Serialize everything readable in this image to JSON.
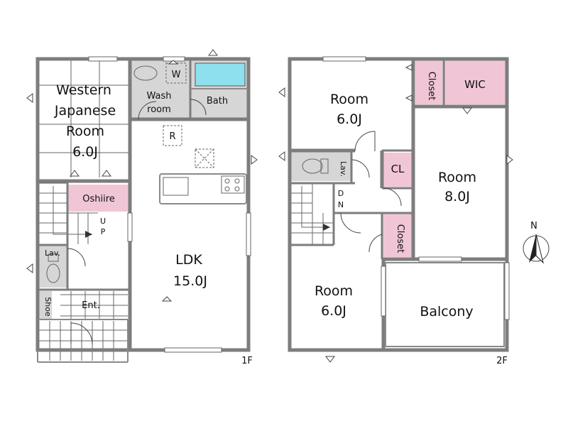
{
  "floor1": {
    "label": "1F",
    "rooms": {
      "western_japanese": [
        "Western",
        "Japanese",
        "Room",
        "6.0J"
      ],
      "wash_room": [
        "Wash",
        "room"
      ],
      "bath": "Bath",
      "washer_mark": "W",
      "fridge_mark": "R",
      "oshiire": "Oshiire",
      "stairs_up": [
        "U",
        "P"
      ],
      "lavatory": "Lav.",
      "shoe": "Shoe",
      "entrance": "Ent.",
      "ldk": [
        "LDK",
        "15.0J"
      ]
    }
  },
  "floor2": {
    "label": "2F",
    "rooms": {
      "room_top": [
        "Room",
        "6.0J"
      ],
      "closet_top": "Closet",
      "wic": "WIC",
      "lavatory": "Lav.",
      "cl": "CL",
      "room_right": [
        "Room",
        "8.0J"
      ],
      "stairs_down": [
        "D",
        "N"
      ],
      "closet_mid": "Closet",
      "room_bottom": [
        "Room",
        "6.0J"
      ],
      "balcony": "Balcony"
    }
  },
  "compass": {
    "north_label": "N"
  },
  "colors": {
    "storage": "#f0c6d6",
    "wet_area": "#d6d6d6",
    "wall": "#7d7d7d"
  }
}
